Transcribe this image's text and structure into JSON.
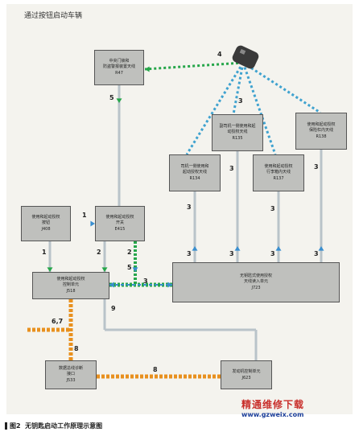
{
  "header": {
    "title": "通过按钮启动车辆"
  },
  "boxes": {
    "central_lock": {
      "label": "中央门锁和\n防盗警报装置天线",
      "code": "R47"
    },
    "jkey_button": {
      "label": "使用和起动授权\n按钮",
      "code": "J408"
    },
    "switch_e415": {
      "label": "使用和起动授权\n开关",
      "code": "E415"
    },
    "antenna_driver_door": {
      "label": "司机一侧使用和\n起动授权天线",
      "code": "R134"
    },
    "antenna_passenger_door": {
      "label": "副司机一侧使用和起\n动授权天线",
      "code": "R135"
    },
    "antenna_luggage": {
      "label": "使用和起动授权\n行李箱内天线",
      "code": "R137"
    },
    "antenna_rear_bumper": {
      "label": "使用和起动授权\n保险杠内天线",
      "code": "R138"
    },
    "control_j518": {
      "label": "使用和起动授权\n控制单元",
      "code": "J518"
    },
    "keyless_j723": {
      "label": "无钥匙式使用授权\n天线读入单元",
      "code": "J723"
    },
    "diag_j533": {
      "label": "数据总线诊断\n接口",
      "code": "J533"
    },
    "engine_j623": {
      "label": "发动机控制单元",
      "code": "J623"
    }
  },
  "edge_labels": {
    "e4": "4",
    "e5a": "5",
    "e1a": "1",
    "e1b": "1",
    "e2a": "2",
    "e2b": "2",
    "e3a": "3",
    "e3b": "3",
    "e3c": "3",
    "e3d": "3",
    "e3e": "3",
    "e3f": "3",
    "e3g": "3",
    "e3h": "3",
    "e3i": "3",
    "e5b": "5",
    "e3j": "3",
    "e9": "9",
    "e67": "6,7",
    "e8a": "8",
    "e8b": "8"
  },
  "caption": {
    "figure": "图2",
    "text": "无钥匙启动工作原理示意图"
  },
  "watermark": {
    "name": "精通维修下载",
    "url": "www.gzweix.com"
  },
  "colors": {
    "lan": "#4a9bd4",
    "wireless": "#3fa2cf",
    "green": "#26a64a",
    "orange": "#e8901e",
    "gray_line": "#b9c3c9"
  }
}
